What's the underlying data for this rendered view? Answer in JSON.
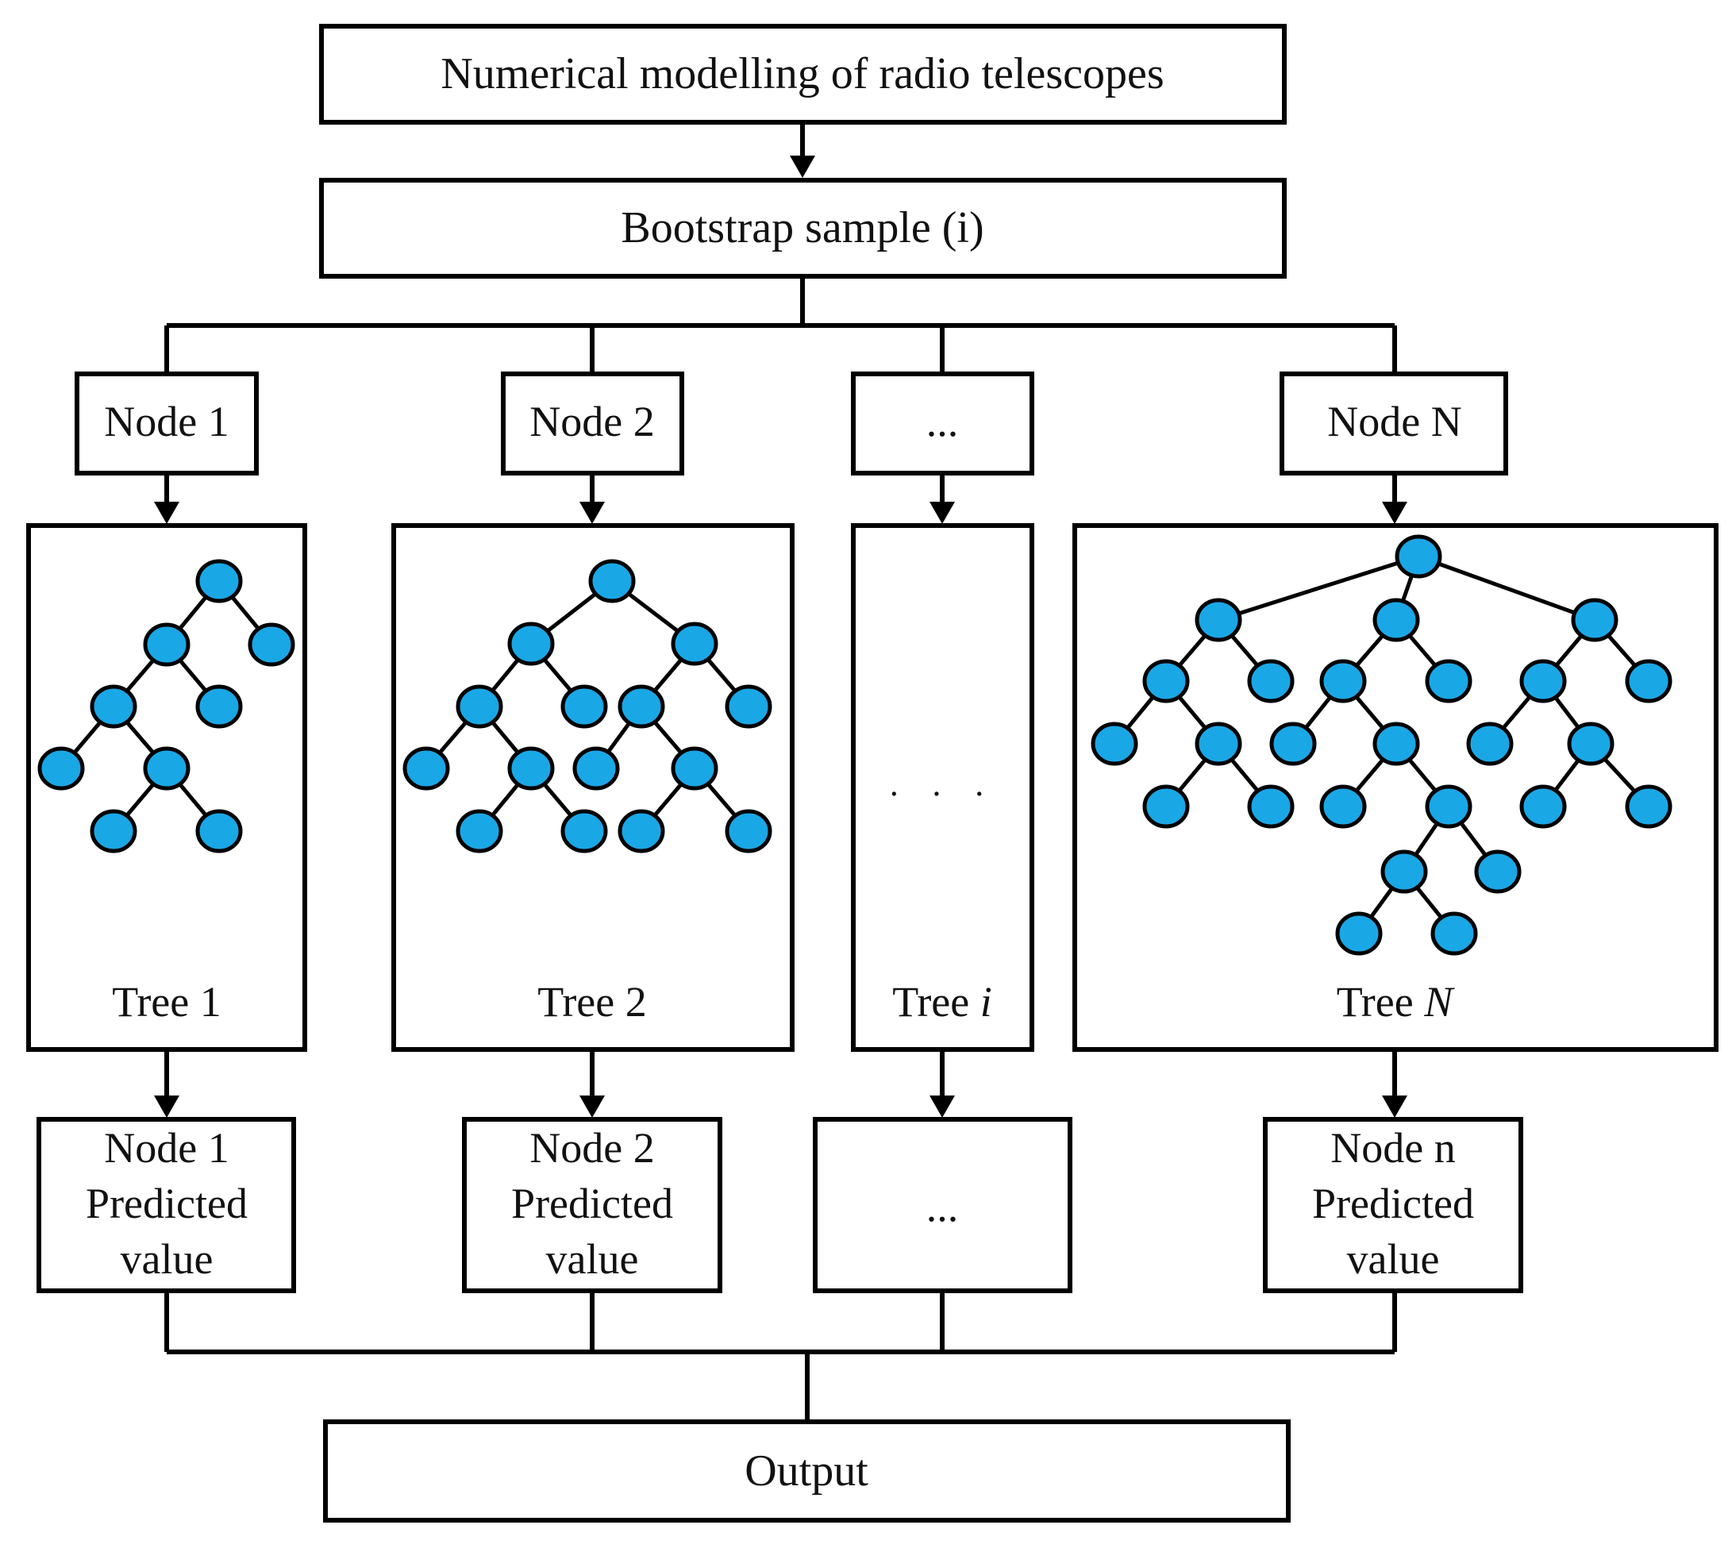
{
  "title_box": "Numerical modelling of radio telescopes",
  "bootstrap_box": "Bootstrap sample (i)",
  "nodes": [
    "Node 1",
    "Node 2",
    "...",
    "Node N"
  ],
  "trees": [
    {
      "name": "Tree ",
      "index": "1"
    },
    {
      "name": "Tree ",
      "index": "2"
    },
    {
      "name": "Tree ",
      "index": "i",
      "ellipsis": "· · ·"
    },
    {
      "name": "Tree ",
      "index": "N"
    }
  ],
  "predictions": [
    [
      "Node 1",
      "Predicted",
      "value"
    ],
    [
      "Node 2",
      "Predicted",
      "value"
    ],
    [
      "..."
    ],
    [
      "Node n",
      "Predicted",
      "value"
    ]
  ],
  "output_box": "Output",
  "colors": {
    "tree_node_fill": "#1aa7e6",
    "stroke": "#000000"
  }
}
